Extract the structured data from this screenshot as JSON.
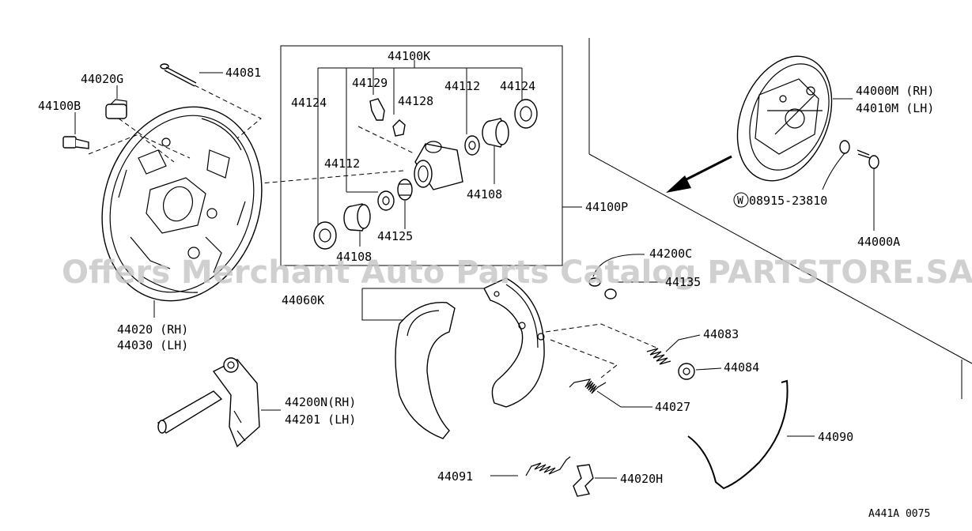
{
  "watermark": "Offers Merchant Auto Parts Catalog PARTSTORE.SA",
  "diagram_code": "A441A 0075",
  "labels": {
    "p44081": "44081",
    "p44020G": "44020G",
    "p44100B": "44100B",
    "p44020_rh": "44020 (RH)",
    "p44030_lh": "44030 (LH)",
    "p44100K": "44100K",
    "p44129": "44129",
    "p44128": "44128",
    "p44124_left": "44124",
    "p44124_right": "44124",
    "p44112_top": "44112",
    "p44112_mid": "44112",
    "p44108_right": "44108",
    "p44108_bottom": "44108",
    "p44125": "44125",
    "p44100P": "44100P",
    "p44000M": "44000M (RH)",
    "p44010M": "44010M (LH)",
    "p08915": "08915-23810",
    "p08915_prefix": "W",
    "p44000A": "44000A",
    "p44200C": "44200C",
    "p44135": "44135",
    "p44060K": "44060K",
    "p44083": "44083",
    "p44084": "44084",
    "p44027": "44027",
    "p44200N": "44200N(RH)",
    "p44201": "44201  (LH)",
    "p44090": "44090",
    "p44091": "44091",
    "p44020H": "44020H"
  }
}
